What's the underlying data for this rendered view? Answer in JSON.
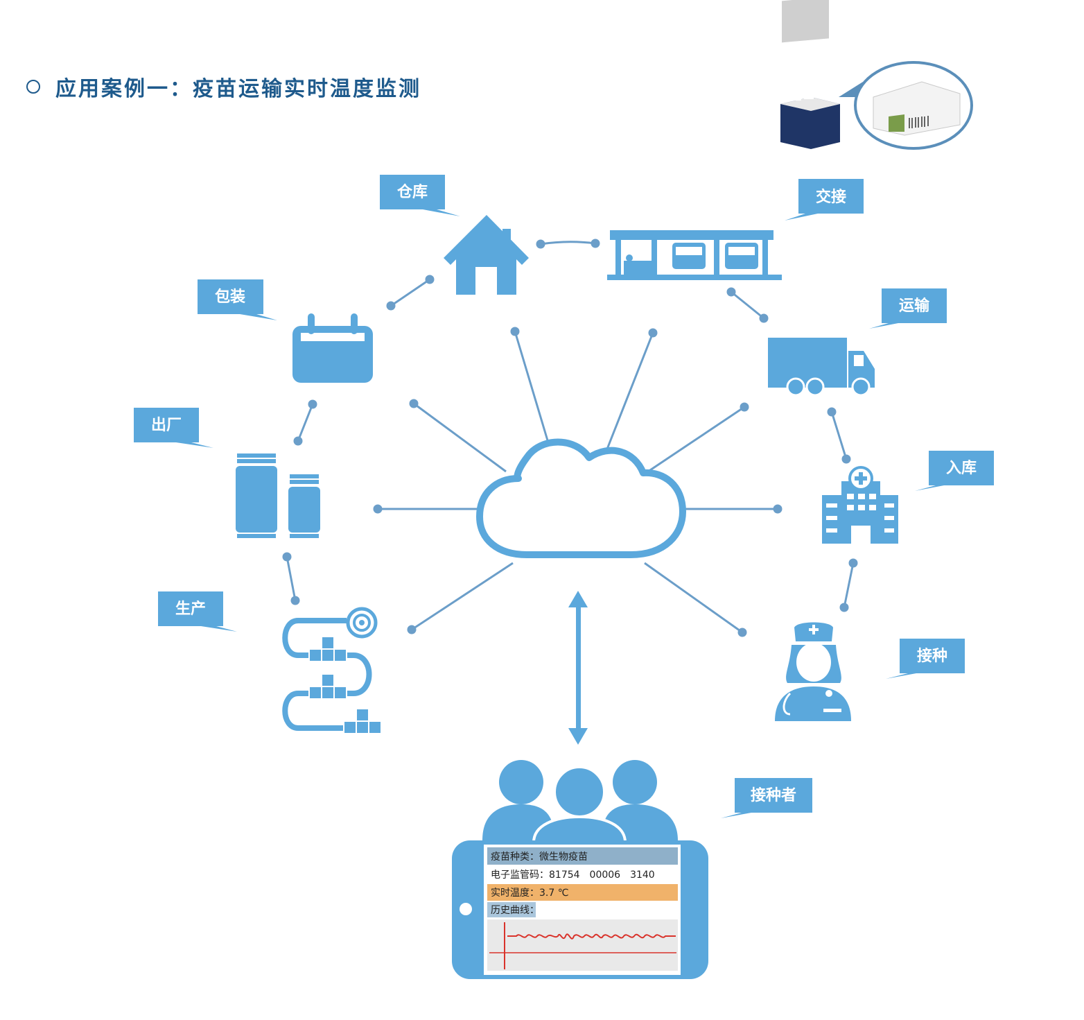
{
  "title": "应用案例一：疫苗运输实时温度监测",
  "colors": {
    "primary": "#5ba8dc",
    "title": "#1e5a8c",
    "connector": "#6b9ec9",
    "row1": "#8fb0c9",
    "row3": "#f0b26a",
    "row4": "#aac6dc",
    "curve": "#d9332b"
  },
  "nodes": {
    "warehouse": {
      "label": "仓库",
      "icon": "house-icon"
    },
    "handover": {
      "label": "交接",
      "icon": "loading-dock-icon"
    },
    "packaging": {
      "label": "包装",
      "icon": "calendar-box-icon"
    },
    "transport": {
      "label": "运输",
      "icon": "truck-icon"
    },
    "leave_factory": {
      "label": "出厂",
      "icon": "vials-icon"
    },
    "storage": {
      "label": "入库",
      "icon": "hospital-icon"
    },
    "production": {
      "label": "生产",
      "icon": "production-line-icon"
    },
    "vaccination": {
      "label": "接种",
      "icon": "nurse-icon"
    },
    "recipient": {
      "label": "接种者",
      "icon": "people-icon"
    }
  },
  "center_icon": "cloud-icon",
  "phone": {
    "vaccine_type": "疫苗种类：微生物疫苗",
    "monitor_code": "电子监管码：81754　00006　3140",
    "realtime_temp": "实时温度：3.7 ℃",
    "history_curve": "历史曲线："
  }
}
